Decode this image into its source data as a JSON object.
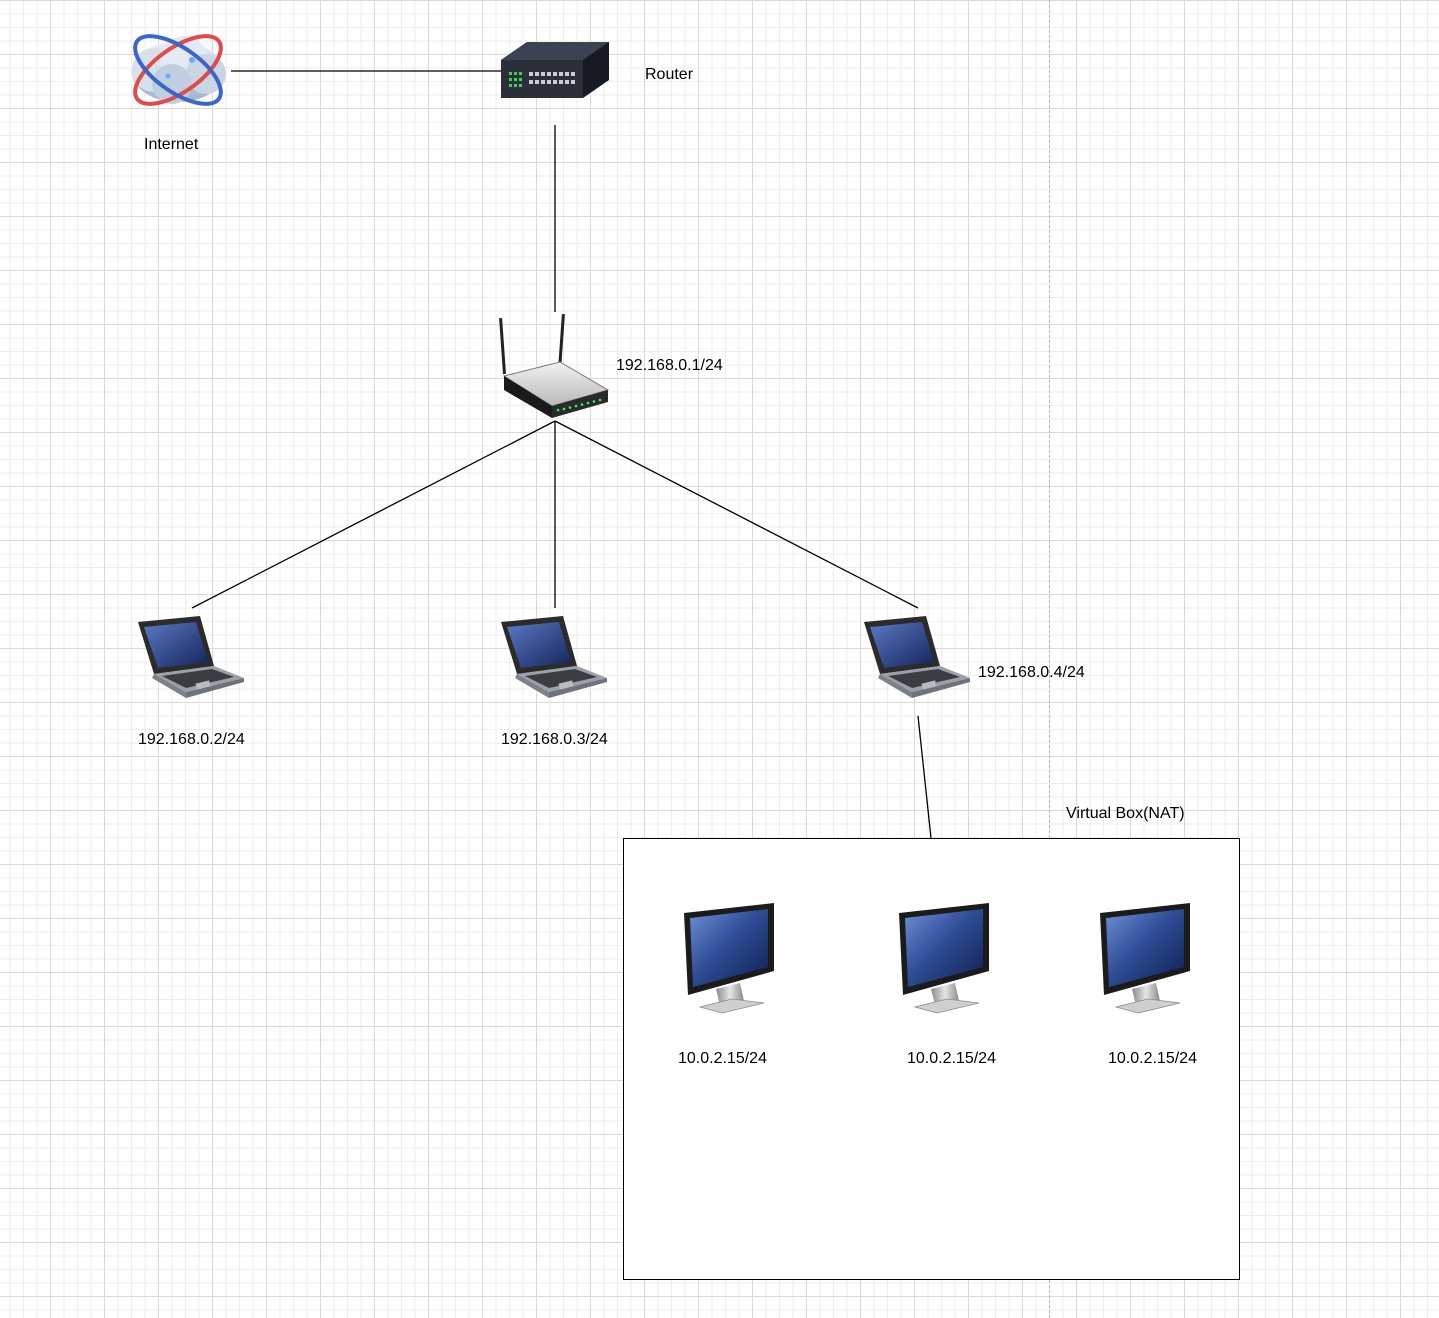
{
  "nodes": {
    "internet": {
      "label": "Internet",
      "icon": "cloud-globe-icon"
    },
    "router": {
      "label": "Router",
      "icon": "network-switch-icon"
    },
    "wifi_router": {
      "label": "192.168.0.1/24",
      "icon": "wireless-router-icon"
    },
    "laptop_1": {
      "label": "192.168.0.2/24",
      "icon": "laptop-icon"
    },
    "laptop_2": {
      "label": "192.168.0.3/24",
      "icon": "laptop-icon"
    },
    "laptop_3": {
      "label": "192.168.0.4/24",
      "icon": "laptop-icon"
    },
    "vm_1": {
      "label": "10.0.2.15/24",
      "icon": "monitor-icon"
    },
    "vm_2": {
      "label": "10.0.2.15/24",
      "icon": "monitor-icon"
    },
    "vm_3": {
      "label": "10.0.2.15/24",
      "icon": "monitor-icon"
    }
  },
  "vm_group": {
    "label": "Virtual Box(NAT)"
  },
  "edges": [
    {
      "from": "internet",
      "to": "router"
    },
    {
      "from": "router",
      "to": "wifi_router"
    },
    {
      "from": "wifi_router",
      "to": "laptop_1"
    },
    {
      "from": "wifi_router",
      "to": "laptop_2"
    },
    {
      "from": "wifi_router",
      "to": "laptop_3"
    },
    {
      "from": "laptop_3",
      "to": "vm_group"
    }
  ],
  "colors": {
    "line": "#000000",
    "screen": "#2e4a8c",
    "device_body": "#2b2b2b"
  }
}
